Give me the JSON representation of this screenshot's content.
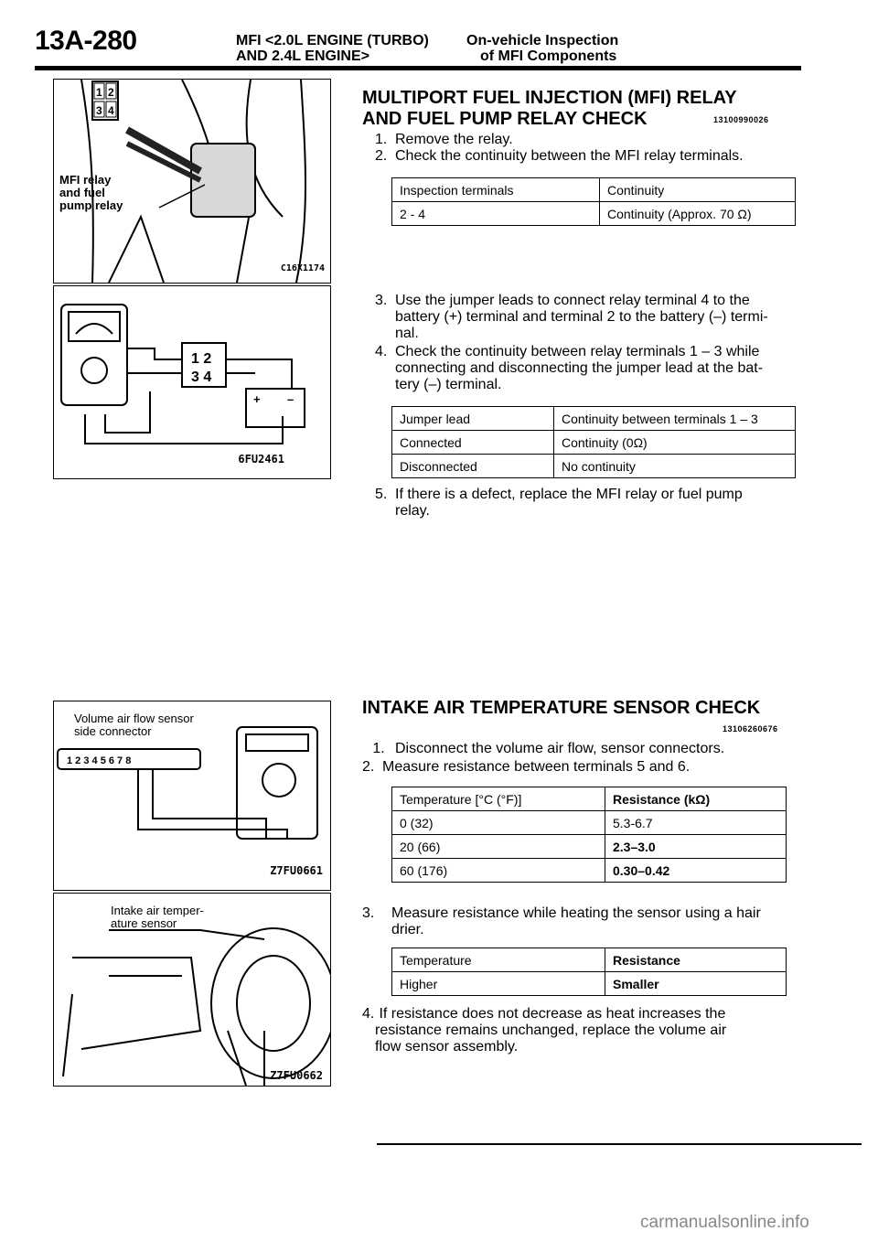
{
  "header": {
    "page_code": "13A-280",
    "line1_left": "MFI <2.0L ENGINE (TURBO)",
    "line1_right": "On-vehicle Inspection",
    "line2_left": "AND 2.4L ENGINE>",
    "line2_right": "of MFI Components"
  },
  "figures": {
    "fig1": {
      "labels": [
        "MFI relay",
        "and fuel",
        "pump relay"
      ],
      "code": "C16X1174"
    },
    "fig2": {
      "code": "6FU2461"
    },
    "fig3": {
      "labels": [
        "Volume air flow sensor",
        "side connector"
      ],
      "code": "Z7FU0661"
    },
    "fig4": {
      "labels": [
        "Intake air temper-",
        "ature sensor"
      ],
      "code": "Z7FU0662"
    }
  },
  "section1": {
    "title_line1": "MULTIPORT FUEL INJECTION (MFI) RELAY",
    "title_line2": "AND FUEL PUMP RELAY CHECK",
    "ref": "13100990026",
    "steps": [
      {
        "num": "1.",
        "lines": [
          "Remove the relay."
        ]
      },
      {
        "num": "2.",
        "lines": [
          "Check the continuity between the MFI relay terminals."
        ]
      },
      {
        "num": "3.",
        "lines": [
          "Use the jumper leads to connect relay terminal 4 to the",
          "battery (+) terminal and terminal 2 to the battery (–) termi-",
          "nal."
        ]
      },
      {
        "num": "4.",
        "lines": [
          "Check the continuity between relay terminals 1 – 3 while",
          "connecting and disconnecting the jumper lead at the bat-",
          "tery (–) terminal."
        ]
      },
      {
        "num": "5.",
        "lines": [
          "If there is a defect, replace the MFI relay or fuel pump",
          "relay."
        ]
      }
    ],
    "table1": {
      "headers": [
        "Inspection terminals",
        "Continuity"
      ],
      "rows": [
        [
          "2 - 4",
          "Continuity (Approx. 70 Ω)"
        ]
      ]
    },
    "table2": {
      "headers": [
        "Jumper lead",
        "Continuity between terminals 1 – 3"
      ],
      "rows": [
        [
          "Connected",
          "Continuity (0Ω)"
        ],
        [
          "Disconnected",
          "No continuity"
        ]
      ]
    }
  },
  "section2": {
    "title": "INTAKE AIR TEMPERATURE SENSOR CHECK",
    "ref": "13106260676",
    "step1": {
      "num": "1.",
      "text": "Disconnect the volume air flow, sensor connectors."
    },
    "step2": {
      "num": "2.",
      "text": "Measure resistance between terminals 5 and 6."
    },
    "step3": {
      "num": "3.",
      "lines": [
        "Measure resistance while heating the sensor using a hair",
        "drier."
      ]
    },
    "step4": {
      "num": "4.",
      "lines": [
        "If resistance does not decrease as heat increases the",
        "resistance remains unchanged, replace the volume air",
        "flow sensor assembly."
      ]
    },
    "table3": {
      "headers": [
        "Temperature [°C (°F)]",
        "Resistance (kΩ)"
      ],
      "rows": [
        [
          "0 (32)",
          "5.3-6.7"
        ],
        [
          "20 (66)",
          "2.3–3.0"
        ],
        [
          "60 (176)",
          "0.30–0.42"
        ]
      ]
    },
    "table4": {
      "headers": [
        "Temperature",
        "Resistance"
      ],
      "rows": [
        [
          "Higher",
          "Smaller"
        ]
      ]
    }
  },
  "watermark": "carmanualsonline.info"
}
